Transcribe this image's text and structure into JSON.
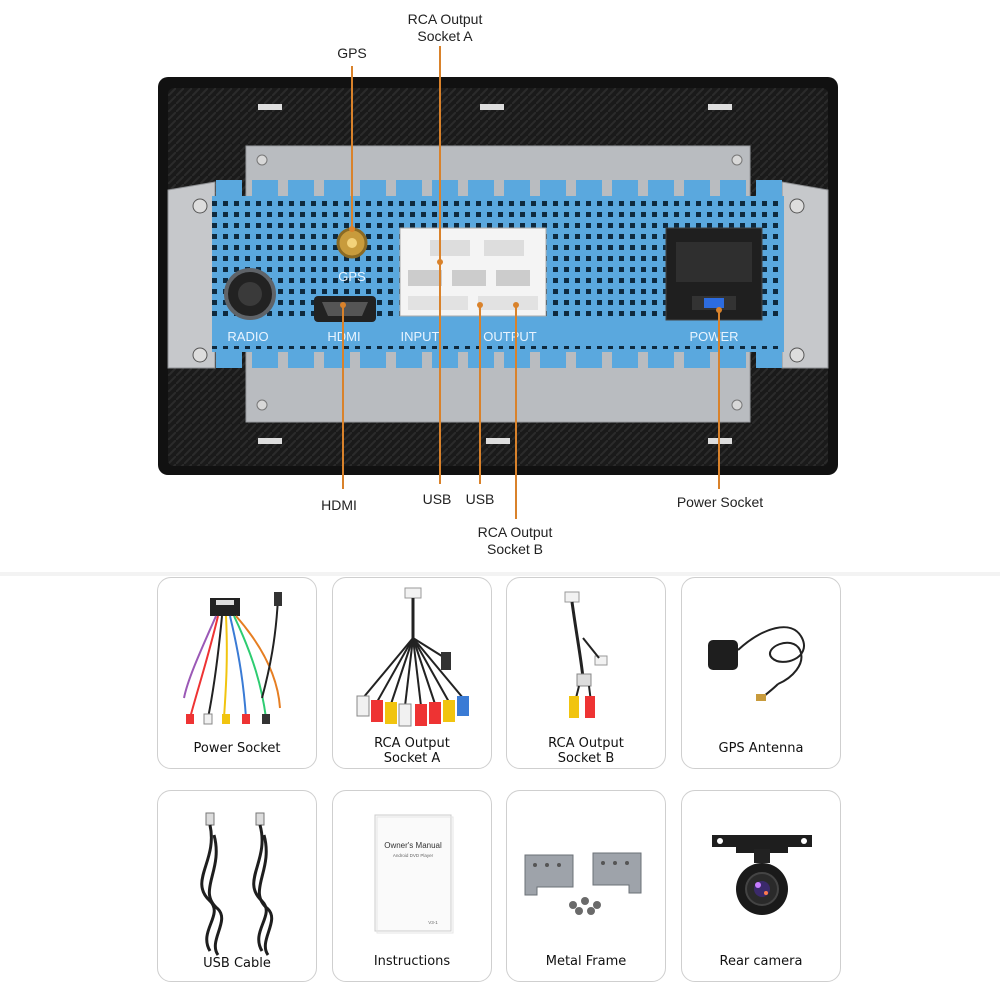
{
  "diagram": {
    "callouts": {
      "gps": "GPS",
      "rca_a_line1": "RCA Output",
      "rca_a_line2": "Socket A",
      "hdmi": "HDMI",
      "usb1": "USB",
      "usb2": "USB",
      "rca_b_line1": "RCA Output",
      "rca_b_line2": "Socket B",
      "power": "Power Socket"
    },
    "panel_text": {
      "gps": "GPS",
      "radio": "RADIO",
      "hdmi": "HDMI",
      "input": "INPUT",
      "output": "OUTPUT",
      "power": "POWER"
    }
  },
  "accessories": [
    {
      "line1": "Power Socket",
      "line2": ""
    },
    {
      "line1": "RCA Output",
      "line2": "Socket A"
    },
    {
      "line1": "RCA Output",
      "line2": "Socket B"
    },
    {
      "line1": "GPS Antenna",
      "line2": ""
    },
    {
      "line1": "USB Cable",
      "line2": ""
    },
    {
      "line1": "Instructions",
      "line2": ""
    },
    {
      "line1": "Metal Frame",
      "line2": ""
    },
    {
      "line1": "Rear camera",
      "line2": ""
    }
  ],
  "manual": {
    "title": "Owner's Manual",
    "subtitle": "Android DVD Player",
    "footer": "V3-1"
  },
  "colors": {
    "accent_line": "#d9822b",
    "panel_blue": "#5aa8de",
    "frame_dark": "#1b1b1b",
    "card_border": "#cfcfcf"
  }
}
